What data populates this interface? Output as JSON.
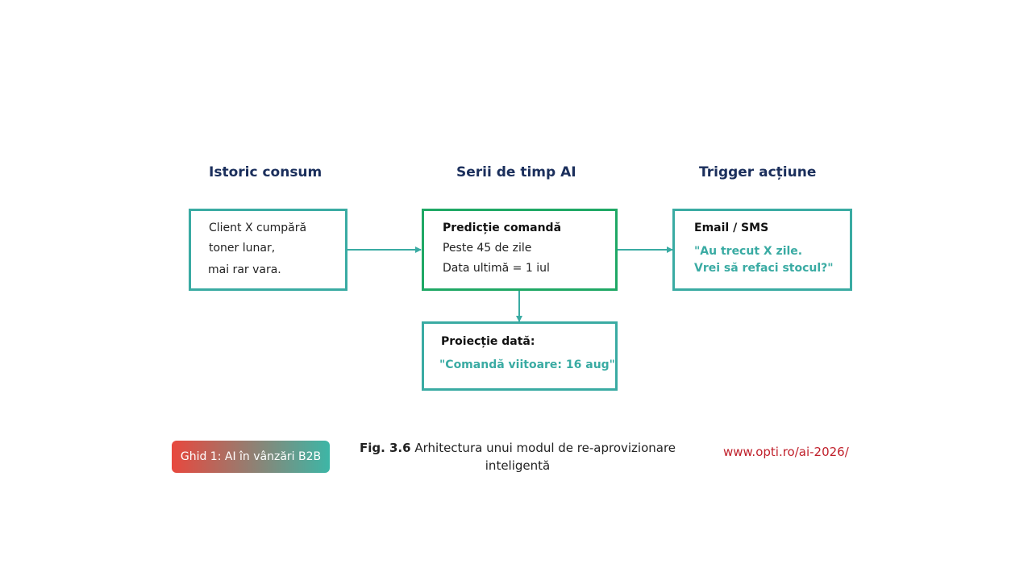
{
  "columns": {
    "left_title": "Istoric consum",
    "middle_title": "Serii de timp AI",
    "right_title": "Trigger acțiune"
  },
  "history_box": {
    "lines": [
      "Client X cumpără",
      "toner lunar,",
      "mai rar vara."
    ]
  },
  "prediction_box": {
    "heading": "Predicție comandă",
    "lines": [
      "Peste 45 de zile",
      "Data ultimă = 1 iul"
    ]
  },
  "action_box": {
    "heading": "Email / SMS",
    "message_lines": [
      "\"Au trecut X zile.",
      "Vrei să refaci stocul?\""
    ]
  },
  "projection_box": {
    "heading": "Proiecție dată:",
    "value": "\"Comandă viitoare: 16 aug\""
  },
  "footer": {
    "badge": "Ghid 1: AI în vânzări B2B",
    "fig_label": "Fig. 3.6",
    "caption": "Arhitectura unui modul de re-aprovizionare inteligentă",
    "url": "www.opti.ro/ai-2026/"
  },
  "colors": {
    "teal": "#3aaba3",
    "green": "#1fa865",
    "navy": "#1b2f5c",
    "red": "#c0202b"
  }
}
